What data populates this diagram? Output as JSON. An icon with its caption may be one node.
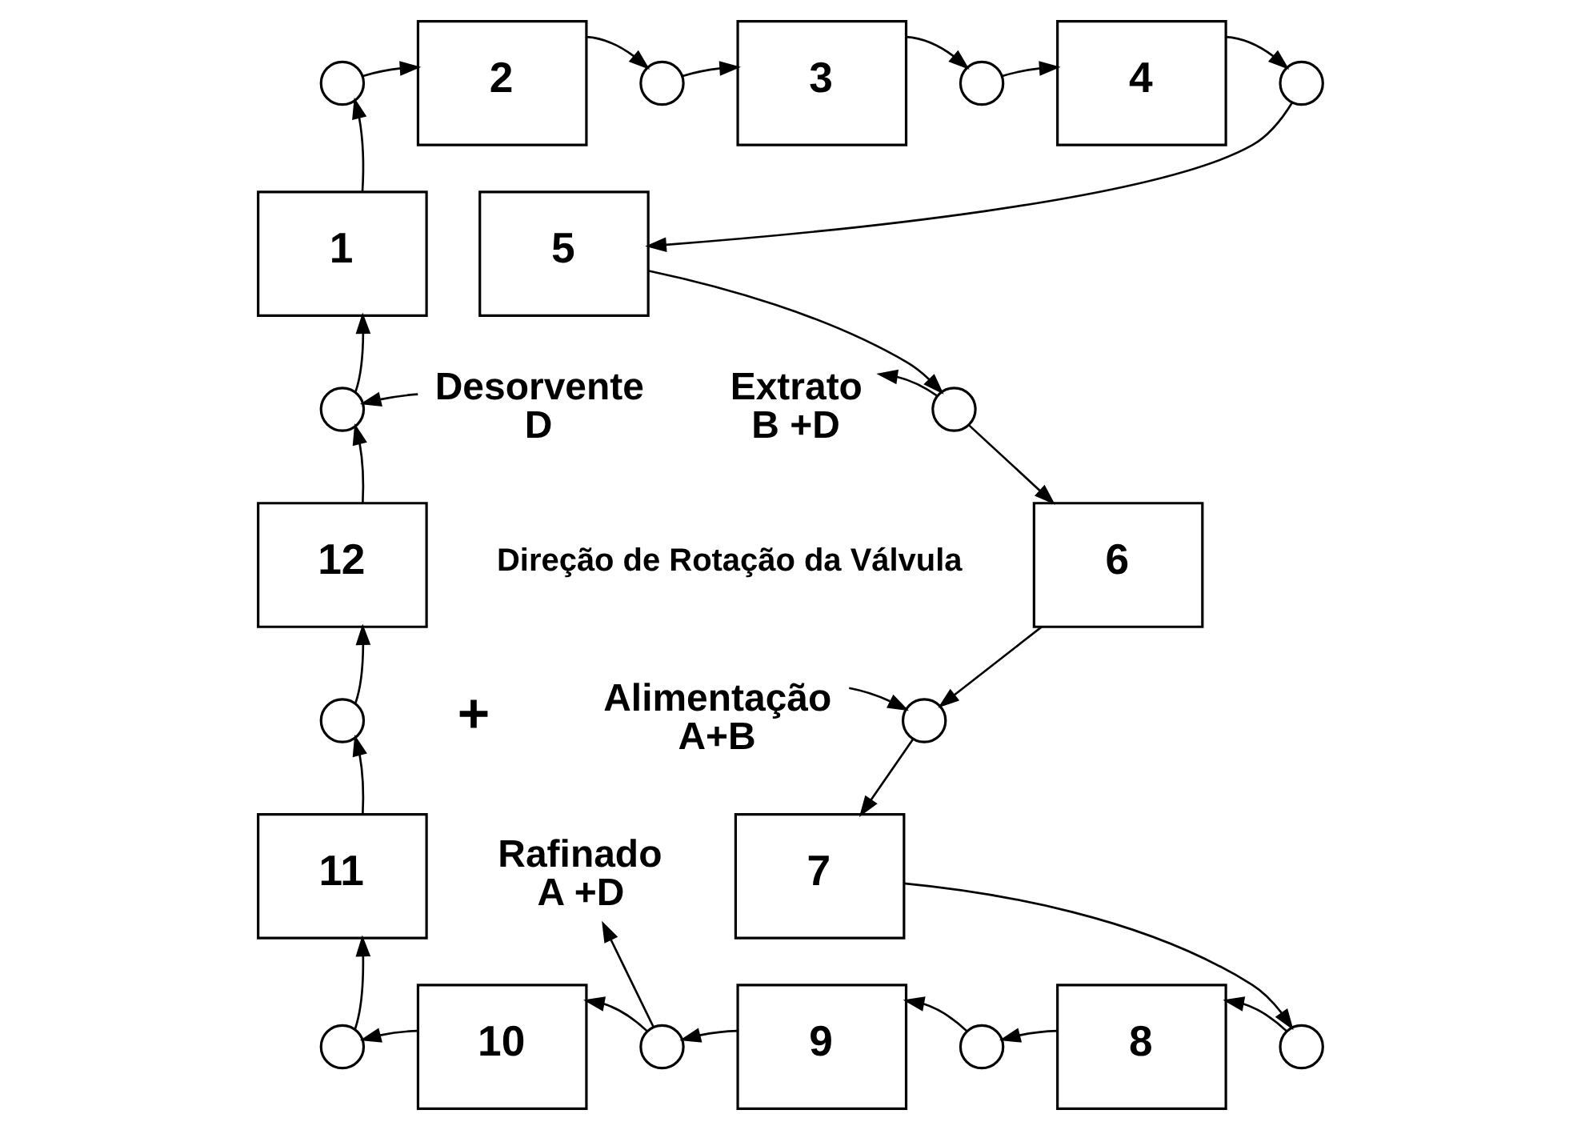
{
  "diagram": {
    "nodes": [
      {
        "text": [
          "1"
        ]
      },
      {
        "text": [
          "2"
        ]
      },
      {
        "text": [
          "3"
        ]
      },
      {
        "text": [
          "4"
        ]
      },
      {
        "text": [
          "5"
        ]
      },
      {
        "text": [
          "6"
        ]
      },
      {
        "text": [
          "7"
        ]
      },
      {
        "text": [
          "8"
        ]
      },
      {
        "text": [
          "9"
        ]
      },
      {
        "text": [
          "10"
        ]
      },
      {
        "text": [
          "11"
        ]
      },
      {
        "text": [
          "12"
        ]
      },
      {
        "text": [],
        "shape": "circle"
      },
      {
        "text": [],
        "shape": "circle"
      },
      {
        "text": [],
        "shape": "circle"
      },
      {
        "text": [],
        "shape": "circle"
      },
      {
        "text": [],
        "shape": "circle"
      },
      {
        "text": [],
        "shape": "circle"
      },
      {
        "text": [],
        "shape": "circle"
      },
      {
        "text": [],
        "shape": "circle"
      },
      {
        "text": [],
        "shape": "circle"
      },
      {
        "text": [],
        "shape": "circle"
      },
      {
        "text": [],
        "shape": "circle"
      },
      {
        "text": [],
        "shape": "circle"
      },
      {
        "text": [
          "Desorvente",
          "D"
        ]
      },
      {
        "text": [
          "Extrato",
          "B +D"
        ]
      },
      {
        "text": [
          "Alimentação",
          "A+B"
        ]
      },
      {
        "text": [
          "Rafinado",
          "A +D"
        ]
      }
    ],
    "edges": [
      {
        "from": 0,
        "to": 12,
        "arrow": "to"
      },
      {
        "from": 12,
        "to": 1,
        "arrow": "to"
      },
      {
        "from": 1,
        "to": 13,
        "arrow": "to"
      },
      {
        "from": 13,
        "to": 2,
        "arrow": "to"
      },
      {
        "from": 2,
        "to": 14,
        "arrow": "to"
      },
      {
        "from": 14,
        "to": 3,
        "arrow": "to"
      },
      {
        "from": 3,
        "to": 15,
        "arrow": "to"
      },
      {
        "from": 15,
        "to": 4,
        "arrow": "to"
      },
      {
        "from": 4,
        "to": 16,
        "arrow": "to"
      },
      {
        "from": 16,
        "to": 5,
        "arrow": "to"
      },
      {
        "from": 5,
        "to": 17,
        "arrow": "to"
      },
      {
        "from": 17,
        "to": 6,
        "arrow": "to"
      },
      {
        "from": 6,
        "to": 18,
        "arrow": "to"
      },
      {
        "from": 18,
        "to": 7,
        "arrow": "to"
      },
      {
        "from": 7,
        "to": 19,
        "arrow": "to"
      },
      {
        "from": 19,
        "to": 8,
        "arrow": "to"
      },
      {
        "from": 8,
        "to": 20,
        "arrow": "to"
      },
      {
        "from": 20,
        "to": 9,
        "arrow": "to"
      },
      {
        "from": 9,
        "to": 21,
        "arrow": "to"
      },
      {
        "from": 21,
        "to": 10,
        "arrow": "to"
      },
      {
        "from": 10,
        "to": 22,
        "arrow": "to"
      },
      {
        "from": 22,
        "to": 11,
        "arrow": "to"
      },
      {
        "from": 11,
        "to": 23,
        "arrow": "to"
      },
      {
        "from": 23,
        "to": 0,
        "arrow": "to"
      },
      {
        "from": 24,
        "to": 23,
        "arrow": "to"
      },
      {
        "from": 16,
        "to": 25,
        "arrow": "to"
      },
      {
        "from": 26,
        "to": 17,
        "arrow": "to"
      },
      {
        "from": 20,
        "to": 27,
        "arrow": "to"
      }
    ],
    "labels": [
      "Direção de Rotação da Válvula",
      "+"
    ]
  }
}
